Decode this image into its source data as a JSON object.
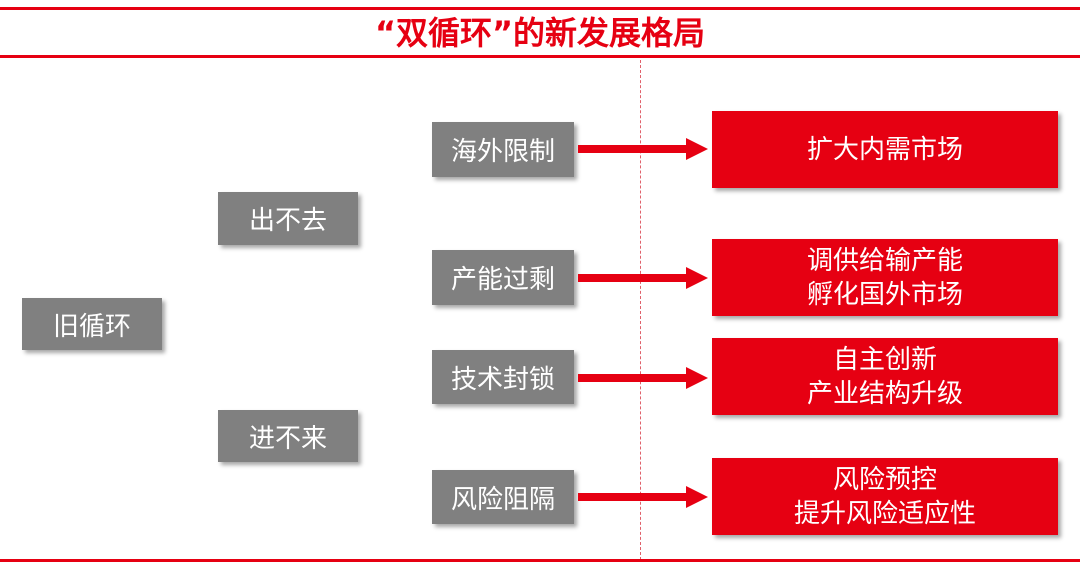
{
  "title": "“双循环”的新发展格局",
  "root": "旧循环",
  "branches": [
    "出不去",
    "进不来"
  ],
  "causes": [
    "海外限制",
    "产能过剩",
    "技术封锁",
    "风险阻隔"
  ],
  "results": [
    [
      "扩大内需市场"
    ],
    [
      "调供给输产能",
      "孵化国外市场"
    ],
    [
      "自主创新",
      "产业结构升级"
    ],
    [
      "风险预控",
      "提升风险适应性"
    ]
  ],
  "colors": {
    "accent": "#e60012",
    "gray": "#808080"
  }
}
